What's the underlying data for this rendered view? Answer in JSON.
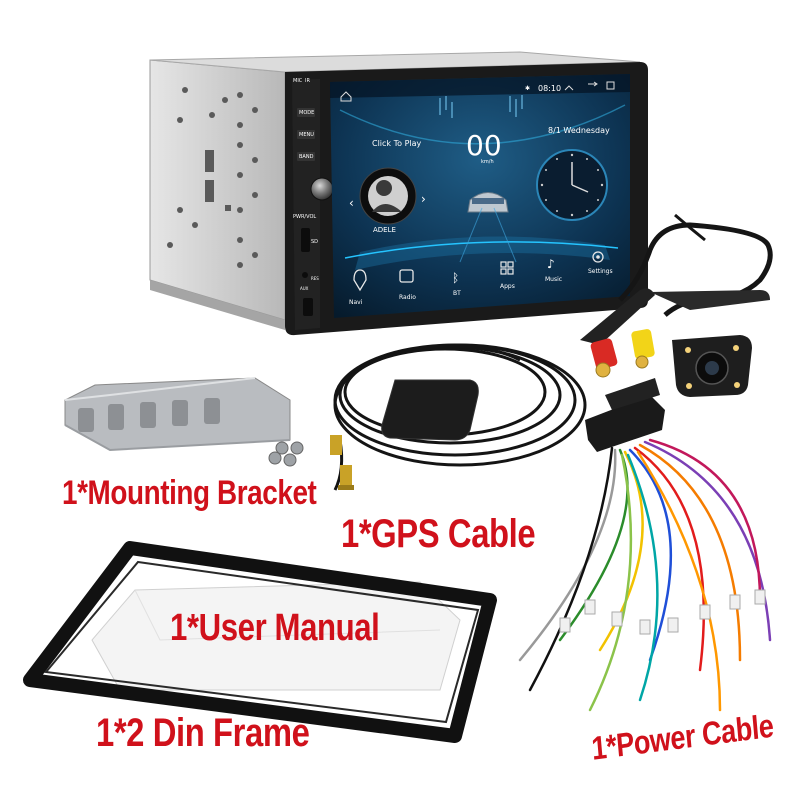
{
  "labels": {
    "mounting_bracket": "1*Mounting Bracket",
    "gps_cable": "1*GPS Cable",
    "user_manual": "1*User Manual",
    "din_frame": "1*2 Din  Frame",
    "power_cable": "1*Power Cable"
  },
  "stereo": {
    "panel_mic": "MIC",
    "panel_ir": "IR",
    "buttons": [
      "MODE",
      "MENU",
      "BAND"
    ],
    "knob_label": "PWR/VOL",
    "sd_label": "SD",
    "res_label": "RES",
    "aux_label": "AUX",
    "status_time": "08:10",
    "click_to_play": "Click To Play",
    "track_text": "ADELE",
    "speed_digits": "00",
    "speed_unit": "km/h",
    "date_text": "8/1 Wednesday",
    "apps": [
      "Navi",
      "Radio",
      "BT",
      "Apps",
      "Music",
      "Settings"
    ]
  },
  "colors": {
    "label_red": "#d0111b",
    "screen_bg": "#0b2a44",
    "screen_glow": "#1aa6d8",
    "bezel": "#1a1a1a",
    "chassis": "#c9c9c9"
  }
}
